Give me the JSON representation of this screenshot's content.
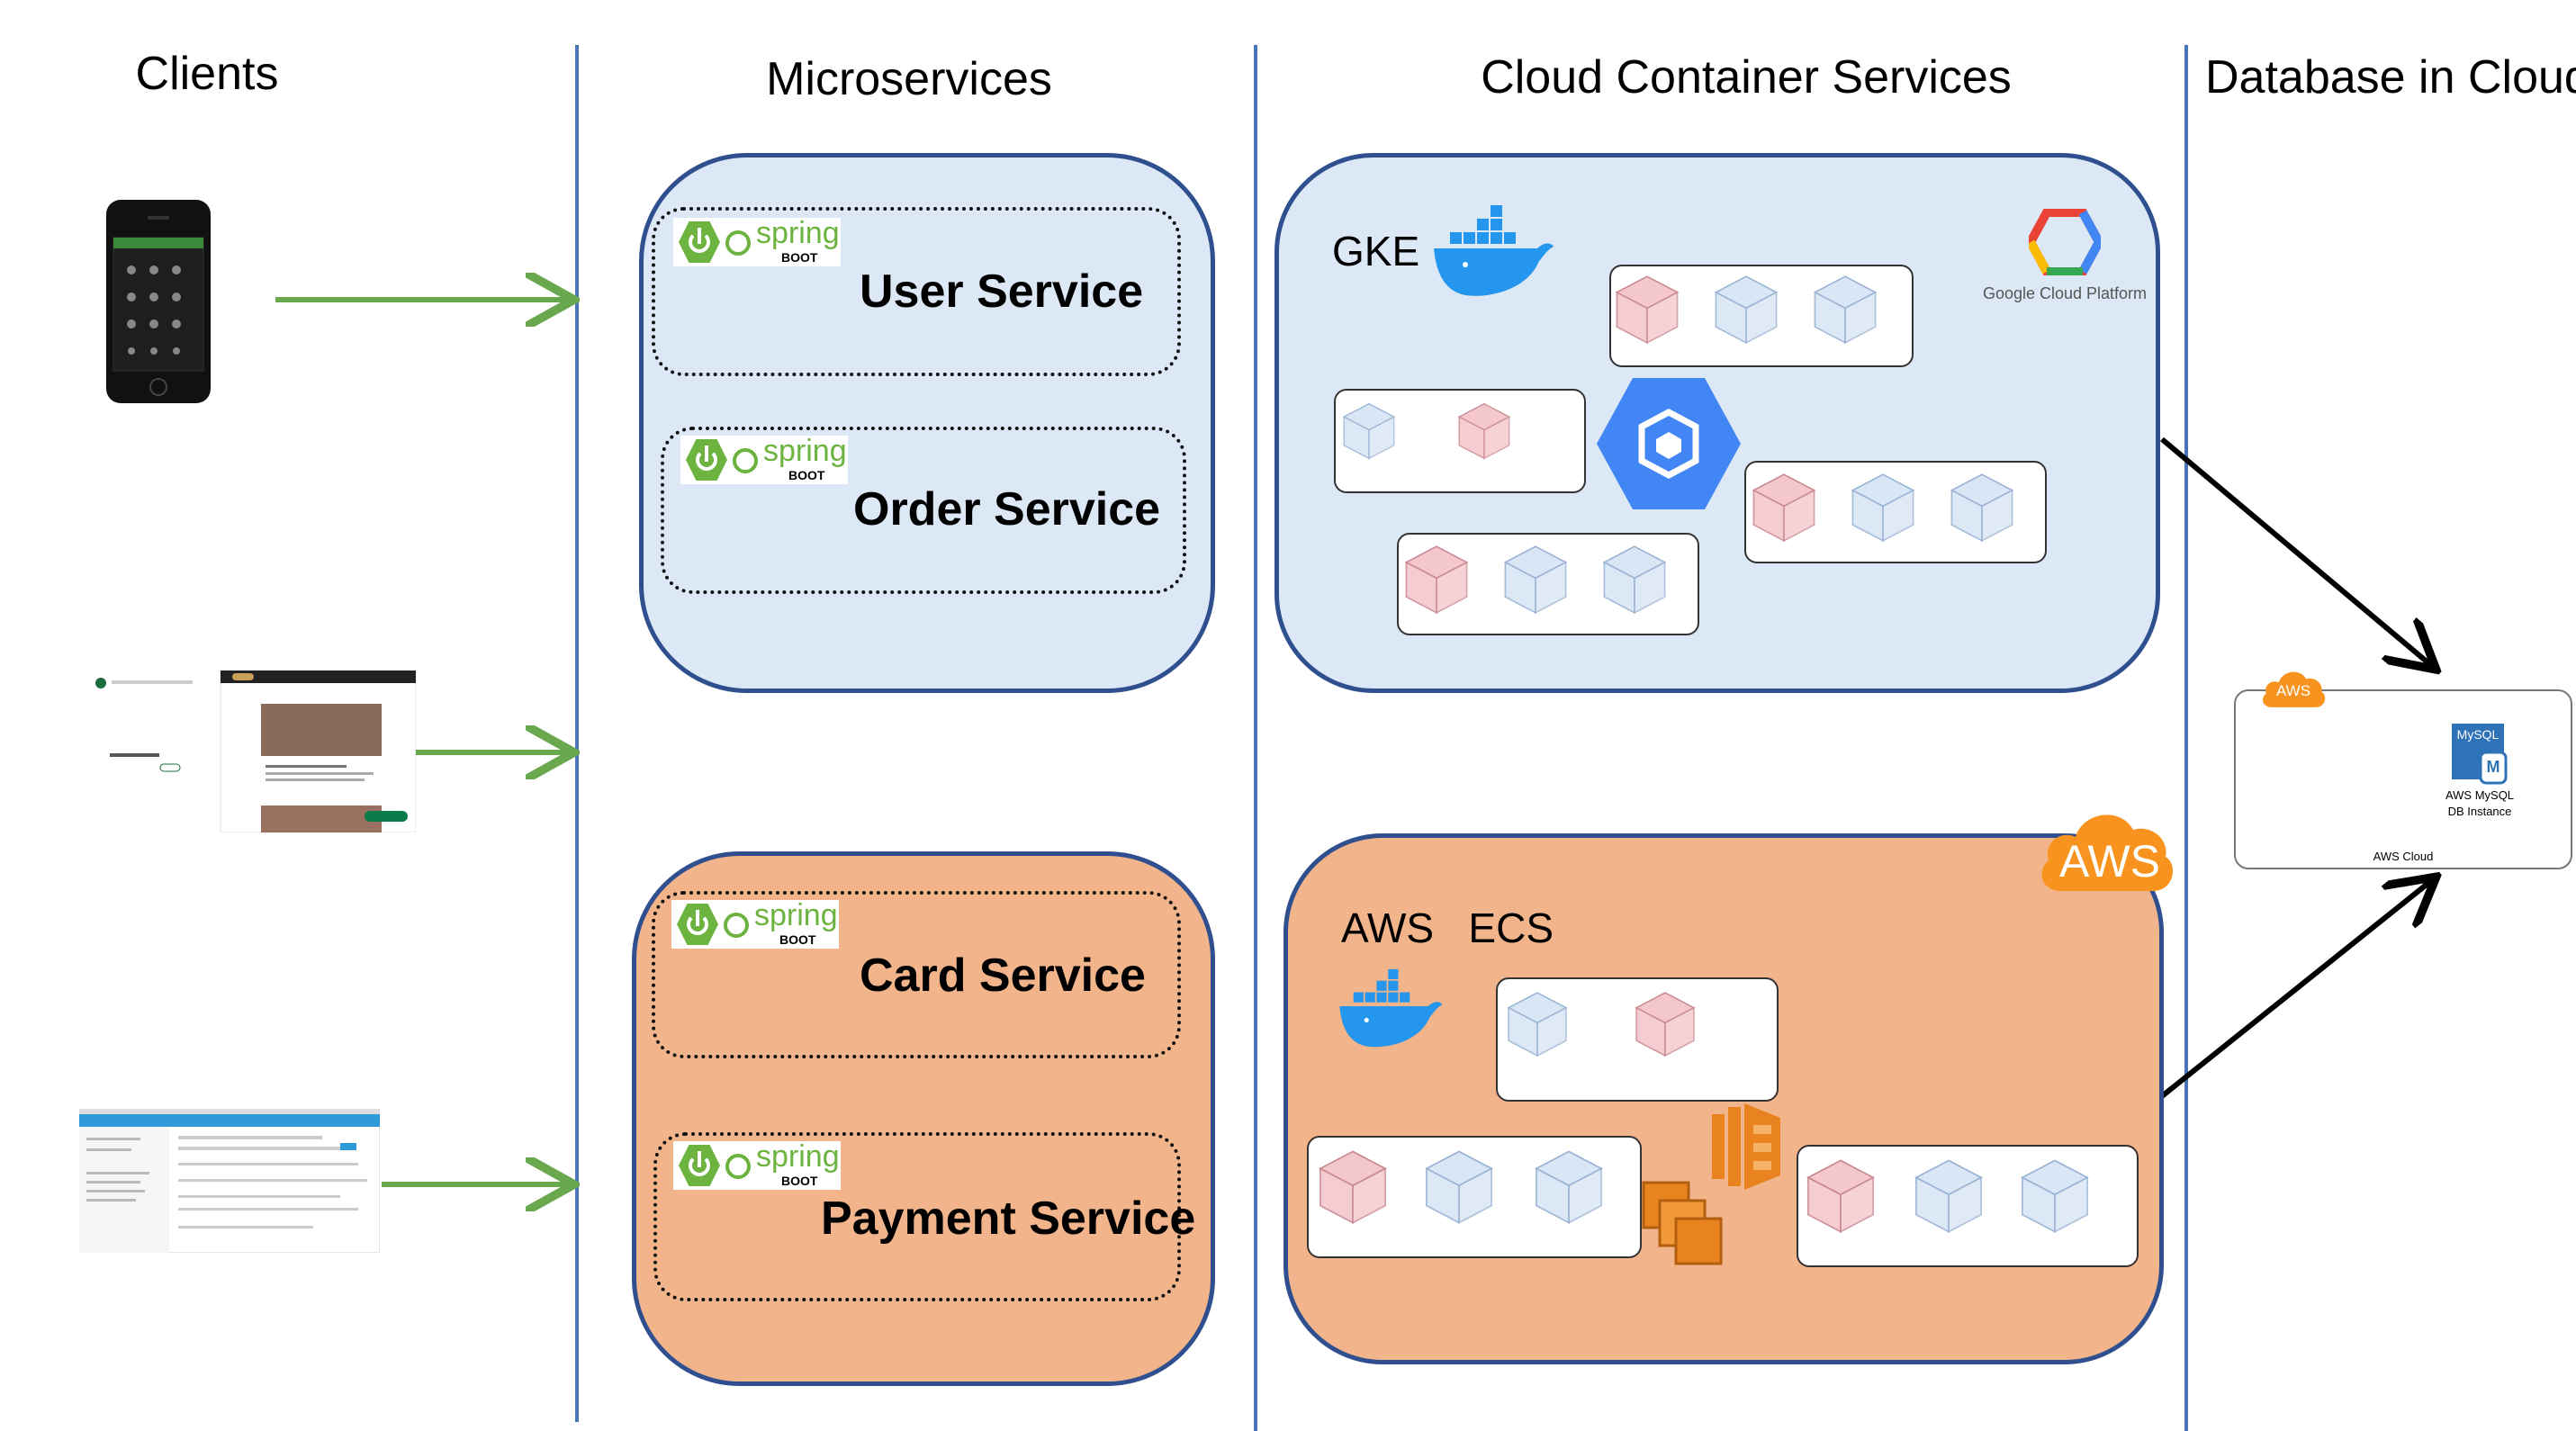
{
  "columns": {
    "clients": "Clients",
    "microservices": "Microservices",
    "cloud": "Cloud Container Services",
    "database": "Database in Cloud"
  },
  "spring": {
    "word": "spring",
    "boot": "BOOT"
  },
  "services": {
    "user": "User Service",
    "order": "Order Service",
    "card": "Card Service",
    "payment": "Payment Service"
  },
  "gke": {
    "label": "GKE",
    "gcp_name": "Google Cloud Platform"
  },
  "aws": {
    "label": "AWS   ECS",
    "badge": "AWS"
  },
  "db": {
    "badge": "AWS",
    "icon_text": "MySQL",
    "icon_letter": "M",
    "instance_line1": "AWS MySQL",
    "instance_line2": "DB Instance",
    "cloud_label": "AWS Cloud"
  },
  "colors": {
    "divider": "#4a74b8",
    "panel_border": "#2f4f8f",
    "blue_fill": "#dce8f5",
    "orange_fill": "#f2b48a",
    "client_arrow": "#6aa84f",
    "spring_green": "#6cb33f",
    "cube_red": "#f4c7cd",
    "cube_blue": "#d9e6f6",
    "gke_hex": "#4285f4",
    "aws_orange": "#f7931e"
  }
}
